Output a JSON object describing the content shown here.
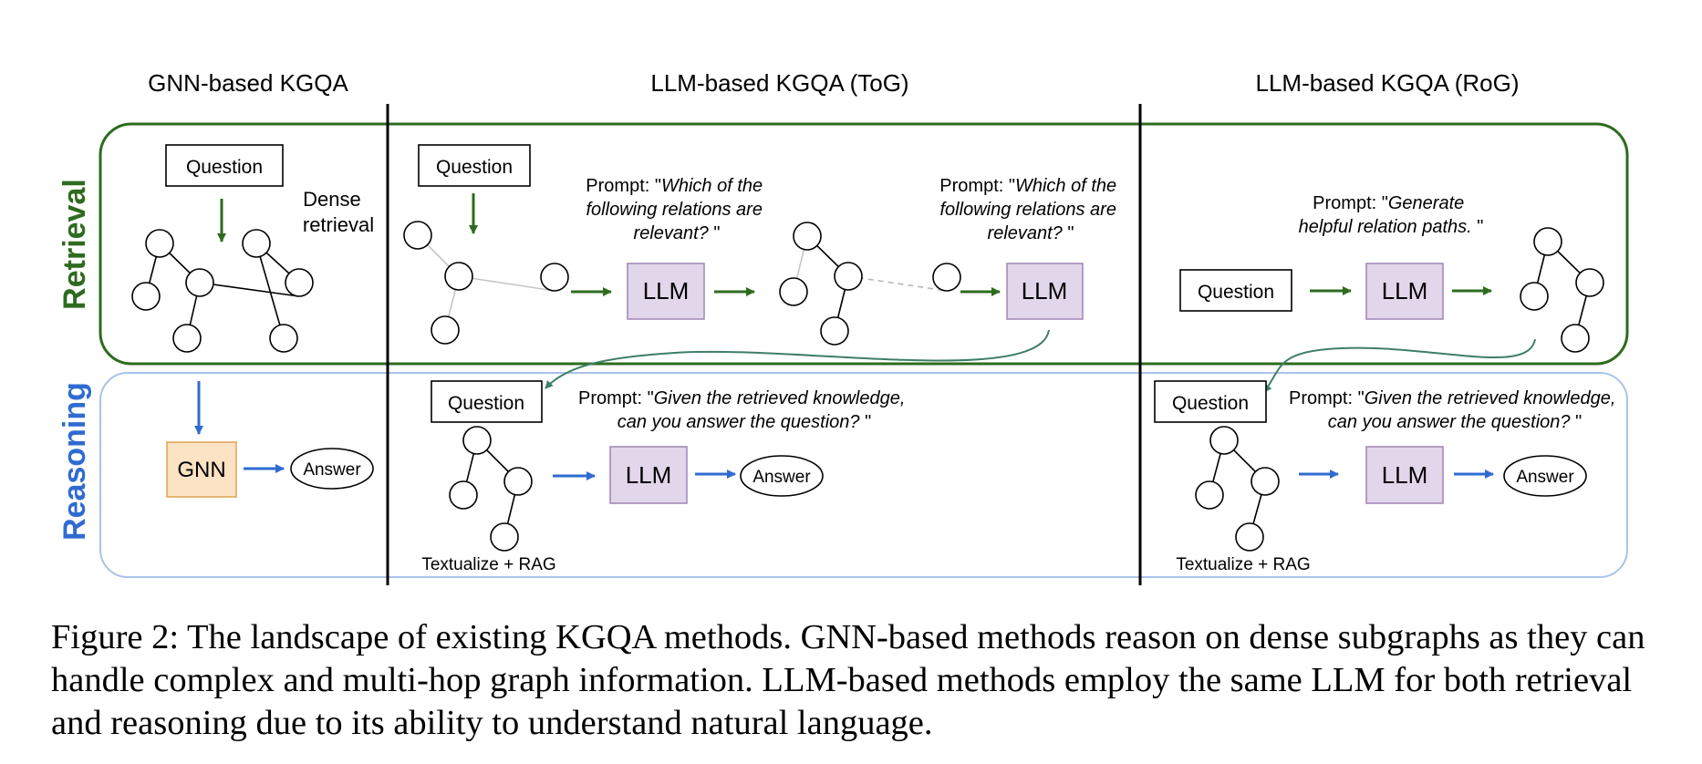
{
  "columns": {
    "gnn": "GNN-based KGQA",
    "tog": "LLM-based KGQA (ToG)",
    "rog": "LLM-based KGQA (RoG)"
  },
  "rows": {
    "retrieval": "Retrieval",
    "reasoning": "Reasoning"
  },
  "labels": {
    "question": "Question",
    "llm": "LLM",
    "gnn": "GNN",
    "answer": "Answer",
    "dense_retrieval": [
      "Dense",
      "retrieval"
    ],
    "textualize": "Textualize + RAG"
  },
  "prompts": {
    "tog_relations": {
      "prefix": "Prompt: \"",
      "lines": [
        "Which of the",
        "following relations are",
        "relevant?"
      ],
      "suffix": " \""
    },
    "rog_paths": {
      "prefix": "Prompt: \"",
      "lines": [
        "Generate",
        "helpful relation paths."
      ],
      "suffix": " \""
    },
    "answer_question": {
      "prefix": "Prompt: \"",
      "lines": [
        "Given the retrieved knowledge,",
        "can you answer the question?"
      ],
      "suffix": " \""
    }
  },
  "caption": "Figure 2: The landscape of existing KGQA methods. GNN-based methods reason on dense subgraphs as they can handle complex and multi-hop graph information. LLM-based methods employ the same LLM for both retrieval and reasoning due to its ability to understand natural language.",
  "colors": {
    "retrieval_green": "#2e6b1f",
    "reasoning_blue": "#2f6bd1",
    "reasoning_border": "#a9c3e8",
    "llm_fill": "#e2d6ea",
    "llm_stroke": "#a58cb7",
    "gnn_fill": "#fbe3c4",
    "gnn_stroke": "#e0a85b"
  }
}
